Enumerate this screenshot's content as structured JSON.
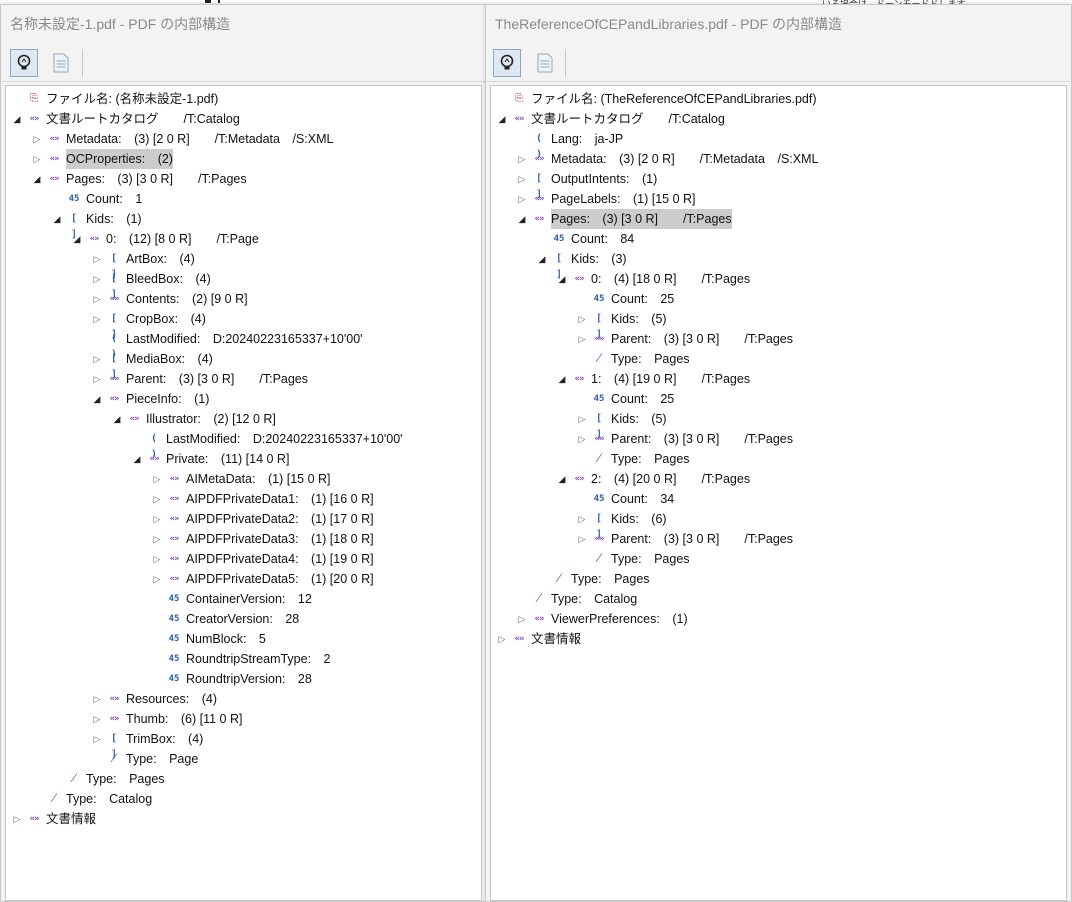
{
  "background": {
    "right_snippet": "いる場合は、ドーンモードドします"
  },
  "left_window": {
    "title": "名称未設定-1.pdf - PDF の内部構造",
    "toolbar": [
      {
        "name": "lightbulb-icon",
        "active": true
      },
      {
        "name": "document-icon",
        "active": false
      }
    ],
    "rows": [
      {
        "d": 0,
        "e": "none",
        "i": "pdf",
        "t": "ファイル名: (名称未設定-1.pdf)"
      },
      {
        "d": 0,
        "e": "open",
        "i": "dict",
        "t": "文書ルートカタログ　　/T:Catalog"
      },
      {
        "d": 1,
        "e": "closed",
        "i": "dict",
        "t": "Metadata:　(3) [2 0 R]　　/T:Metadata　/S:XML"
      },
      {
        "d": 1,
        "e": "closed",
        "i": "dict",
        "t": "OCProperties:　(2)",
        "sel": true
      },
      {
        "d": 1,
        "e": "open",
        "i": "dict",
        "t": "Pages:　(3) [3 0 R]　　/T:Pages"
      },
      {
        "d": 2,
        "e": "none",
        "i": "num",
        "t": "Count:　1"
      },
      {
        "d": 2,
        "e": "open",
        "i": "arr",
        "t": "Kids:　(1)"
      },
      {
        "d": 3,
        "e": "open",
        "i": "dict",
        "t": "0:　(12) [8 0 R]　　/T:Page"
      },
      {
        "d": 4,
        "e": "closed",
        "i": "arr",
        "t": "ArtBox:　(4)"
      },
      {
        "d": 4,
        "e": "closed",
        "i": "arr",
        "t": "BleedBox:　(4)"
      },
      {
        "d": 4,
        "e": "closed",
        "i": "dict",
        "t": "Contents:　(2) [9 0 R]"
      },
      {
        "d": 4,
        "e": "closed",
        "i": "arr",
        "t": "CropBox:　(4)"
      },
      {
        "d": 4,
        "e": "none",
        "i": "str",
        "t": "LastModified:　D:20240223165337+10'00'"
      },
      {
        "d": 4,
        "e": "closed",
        "i": "arr",
        "t": "MediaBox:　(4)"
      },
      {
        "d": 4,
        "e": "closed",
        "i": "dict",
        "t": "Parent:　(3) [3 0 R]　　/T:Pages"
      },
      {
        "d": 4,
        "e": "open",
        "i": "dict",
        "t": "PieceInfo:　(1)"
      },
      {
        "d": 5,
        "e": "open",
        "i": "dict",
        "t": "Illustrator:　(2) [12 0 R]"
      },
      {
        "d": 6,
        "e": "none",
        "i": "str",
        "t": "LastModified:　D:20240223165337+10'00'"
      },
      {
        "d": 6,
        "e": "open",
        "i": "dict",
        "t": "Private:　(11) [14 0 R]"
      },
      {
        "d": 7,
        "e": "closed",
        "i": "dict",
        "t": "AIMetaData:　(1) [15 0 R]"
      },
      {
        "d": 7,
        "e": "closed",
        "i": "dict",
        "t": "AIPDFPrivateData1:　(1) [16 0 R]"
      },
      {
        "d": 7,
        "e": "closed",
        "i": "dict",
        "t": "AIPDFPrivateData2:　(1) [17 0 R]"
      },
      {
        "d": 7,
        "e": "closed",
        "i": "dict",
        "t": "AIPDFPrivateData3:　(1) [18 0 R]"
      },
      {
        "d": 7,
        "e": "closed",
        "i": "dict",
        "t": "AIPDFPrivateData4:　(1) [19 0 R]"
      },
      {
        "d": 7,
        "e": "closed",
        "i": "dict",
        "t": "AIPDFPrivateData5:　(1) [20 0 R]"
      },
      {
        "d": 7,
        "e": "none",
        "i": "num",
        "t": "ContainerVersion:　12"
      },
      {
        "d": 7,
        "e": "none",
        "i": "num",
        "t": "CreatorVersion:　28"
      },
      {
        "d": 7,
        "e": "none",
        "i": "num",
        "t": "NumBlock:　5"
      },
      {
        "d": 7,
        "e": "none",
        "i": "num",
        "t": "RoundtripStreamType:　2"
      },
      {
        "d": 7,
        "e": "none",
        "i": "num",
        "t": "RoundtripVersion:　28"
      },
      {
        "d": 4,
        "e": "closed",
        "i": "dict",
        "t": "Resources:　(4)"
      },
      {
        "d": 4,
        "e": "closed",
        "i": "dict",
        "t": "Thumb:　(6) [11 0 R]"
      },
      {
        "d": 4,
        "e": "closed",
        "i": "arr",
        "t": "TrimBox:　(4)"
      },
      {
        "d": 4,
        "e": "none",
        "i": "name",
        "t": "Type:　Page"
      },
      {
        "d": 2,
        "e": "none",
        "i": "name",
        "t": "Type:　Pages"
      },
      {
        "d": 1,
        "e": "none",
        "i": "name",
        "t": "Type:　Catalog"
      },
      {
        "d": 0,
        "e": "closed",
        "i": "dict",
        "t": "文書情報"
      }
    ]
  },
  "right_window": {
    "title": "TheReferenceOfCEPandLibraries.pdf - PDF の内部構造",
    "toolbar": [
      {
        "name": "lightbulb-icon",
        "active": true
      },
      {
        "name": "document-icon",
        "active": false
      }
    ],
    "rows": [
      {
        "d": 0,
        "e": "none",
        "i": "pdf",
        "t": "ファイル名: (TheReferenceOfCEPandLibraries.pdf)"
      },
      {
        "d": 0,
        "e": "open",
        "i": "dict",
        "t": "文書ルートカタログ　　/T:Catalog"
      },
      {
        "d": 1,
        "e": "none",
        "i": "str",
        "t": "Lang:　ja-JP"
      },
      {
        "d": 1,
        "e": "closed",
        "i": "dict",
        "t": "Metadata:　(3) [2 0 R]　　/T:Metadata　/S:XML"
      },
      {
        "d": 1,
        "e": "closed",
        "i": "arr",
        "t": "OutputIntents:　(1)"
      },
      {
        "d": 1,
        "e": "closed",
        "i": "dict",
        "t": "PageLabels:　(1) [15 0 R]"
      },
      {
        "d": 1,
        "e": "open",
        "i": "dict",
        "t": "Pages:　(3) [3 0 R]　　/T:Pages",
        "sel": true
      },
      {
        "d": 2,
        "e": "none",
        "i": "num",
        "t": "Count:　84"
      },
      {
        "d": 2,
        "e": "open",
        "i": "arr",
        "t": "Kids:　(3)"
      },
      {
        "d": 3,
        "e": "open",
        "i": "dict",
        "t": "0:　(4) [18 0 R]　　/T:Pages"
      },
      {
        "d": 4,
        "e": "none",
        "i": "num",
        "t": "Count:　25"
      },
      {
        "d": 4,
        "e": "closed",
        "i": "arr",
        "t": "Kids:　(5)"
      },
      {
        "d": 4,
        "e": "closed",
        "i": "dict",
        "t": "Parent:　(3) [3 0 R]　　/T:Pages"
      },
      {
        "d": 4,
        "e": "none",
        "i": "name",
        "t": "Type:　Pages"
      },
      {
        "d": 3,
        "e": "open",
        "i": "dict",
        "t": "1:　(4) [19 0 R]　　/T:Pages"
      },
      {
        "d": 4,
        "e": "none",
        "i": "num",
        "t": "Count:　25"
      },
      {
        "d": 4,
        "e": "closed",
        "i": "arr",
        "t": "Kids:　(5)"
      },
      {
        "d": 4,
        "e": "closed",
        "i": "dict",
        "t": "Parent:　(3) [3 0 R]　　/T:Pages"
      },
      {
        "d": 4,
        "e": "none",
        "i": "name",
        "t": "Type:　Pages"
      },
      {
        "d": 3,
        "e": "open",
        "i": "dict",
        "t": "2:　(4) [20 0 R]　　/T:Pages"
      },
      {
        "d": 4,
        "e": "none",
        "i": "num",
        "t": "Count:　34"
      },
      {
        "d": 4,
        "e": "closed",
        "i": "arr",
        "t": "Kids:　(6)"
      },
      {
        "d": 4,
        "e": "closed",
        "i": "dict",
        "t": "Parent:　(3) [3 0 R]　　/T:Pages"
      },
      {
        "d": 4,
        "e": "none",
        "i": "name",
        "t": "Type:　Pages"
      },
      {
        "d": 2,
        "e": "none",
        "i": "name",
        "t": "Type:　Pages"
      },
      {
        "d": 1,
        "e": "none",
        "i": "name",
        "t": "Type:　Catalog"
      },
      {
        "d": 1,
        "e": "closed",
        "i": "dict",
        "t": "ViewerPreferences:　(1)"
      },
      {
        "d": 0,
        "e": "closed",
        "i": "dict",
        "t": "文書情報"
      }
    ]
  },
  "icon_glyphs": {
    "dict": "«»",
    "arr": "[ ]",
    "num": "45",
    "str": "( )",
    "name": "⁄",
    "pdf": "⎘"
  },
  "expander_glyphs": {
    "open": "◢",
    "closed": "▷",
    "none": ""
  },
  "colors": {
    "selection": "#cccccc",
    "dict_icon": "#7a3cb4",
    "array_icon": "#3864b0",
    "pdf_icon": "#c0282d"
  }
}
